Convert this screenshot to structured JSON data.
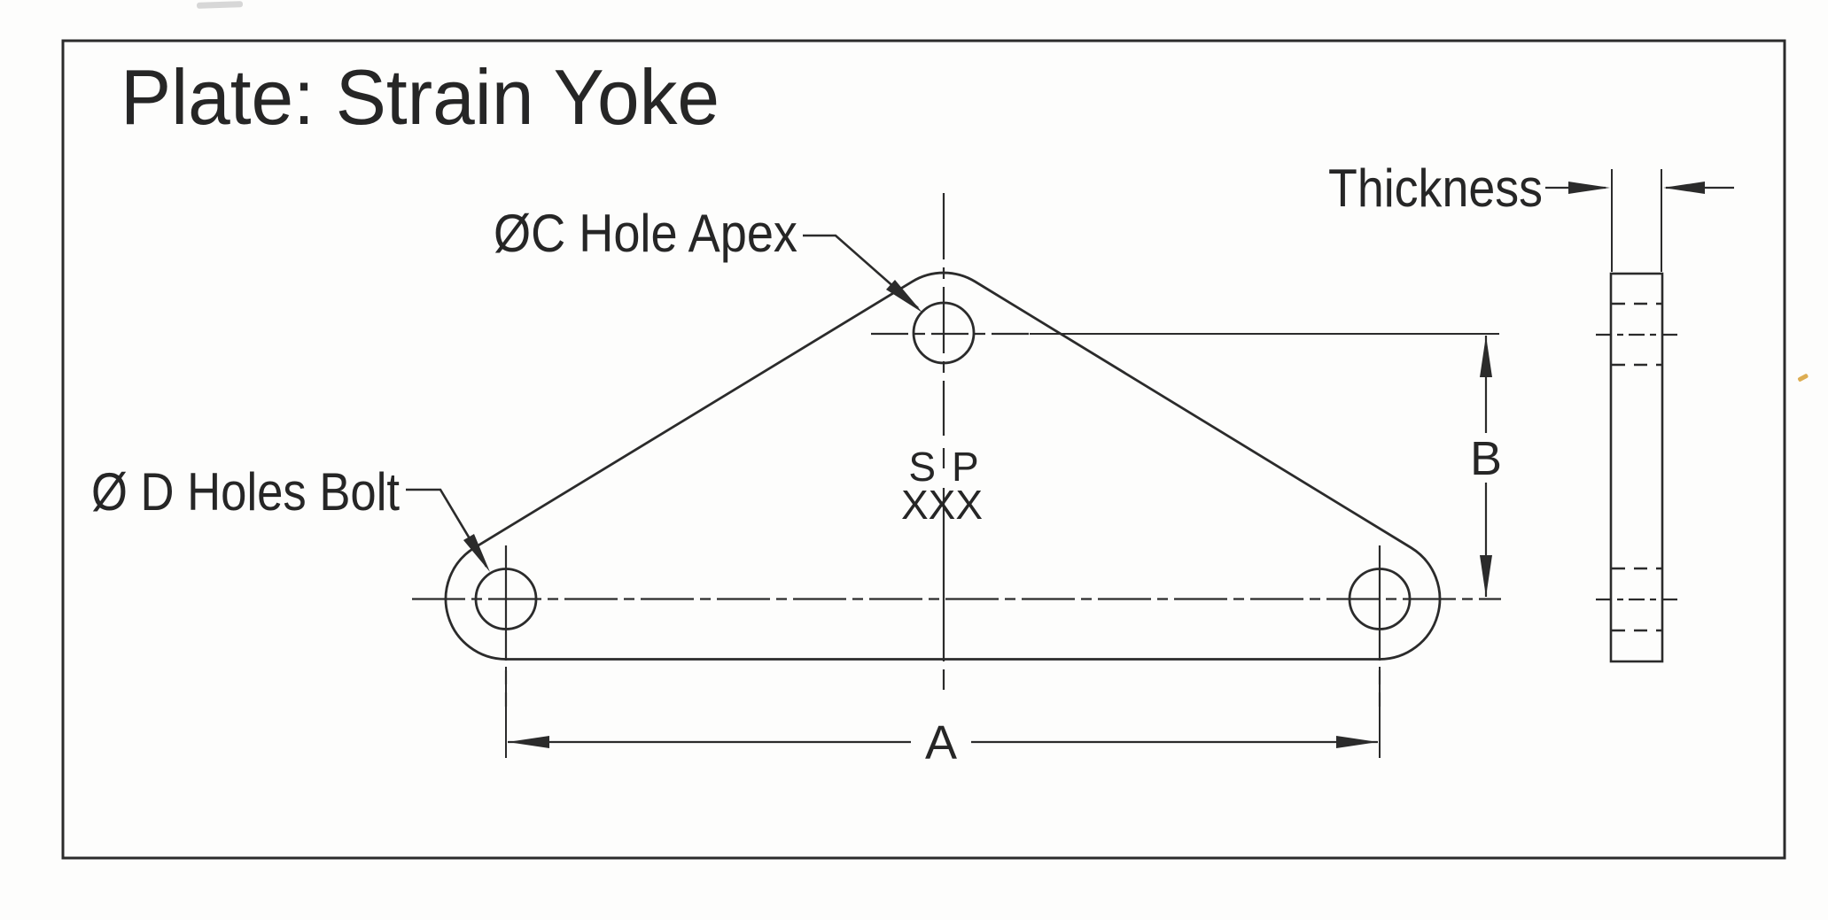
{
  "sheet": {
    "title": "Plate: Strain Yoke"
  },
  "front_view": {
    "apex_hole_label": "ØC Hole Apex",
    "bolt_holes_label": "Ø D Holes Bolt",
    "width_dim_label": "A",
    "height_dim_label": "B",
    "stamp": {
      "left": "S",
      "right": "P",
      "row2": "XXX"
    }
  },
  "side_view": {
    "thickness_label": "Thickness"
  },
  "colors": {
    "ink": "#2b2b2b",
    "paper": "#fdfdfc",
    "artifact_yellow": "#d9a43f"
  }
}
